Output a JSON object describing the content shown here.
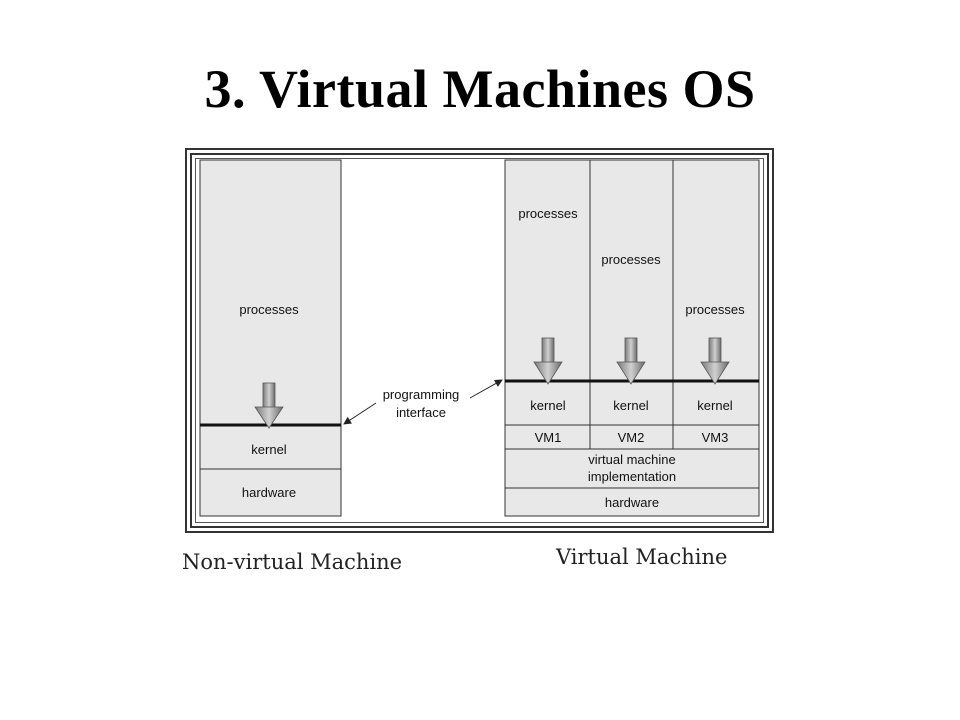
{
  "title": "3. Virtual Machines OS",
  "non_virtual": {
    "processes": "processes",
    "kernel": "kernel",
    "hardware": "hardware"
  },
  "annotation": {
    "line1": "programming",
    "line2": "interface"
  },
  "virtual": {
    "vm_columns": [
      {
        "processes": "processes",
        "kernel": "kernel",
        "vm": "VM1"
      },
      {
        "processes": "processes",
        "kernel": "kernel",
        "vm": "VM2"
      },
      {
        "processes": "processes",
        "kernel": "kernel",
        "vm": "VM3"
      }
    ],
    "implementation_line1": "virtual machine",
    "implementation_line2": "implementation",
    "hardware": "hardware"
  },
  "captions": {
    "left": "Non-virtual Machine",
    "right": "Virtual Machine"
  },
  "colors": {
    "box_fill": "#e8e8e8",
    "box_stroke": "#333333",
    "arrow_light": "#c0c0c0",
    "arrow_dark": "#5a5a5a"
  }
}
